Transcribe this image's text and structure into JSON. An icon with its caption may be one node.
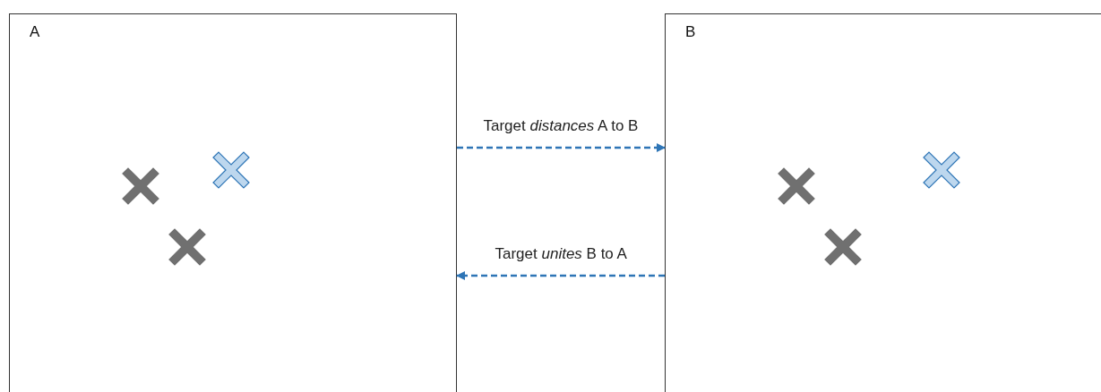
{
  "diagram": {
    "nodes": [
      {
        "text": [
          "A"
        ]
      },
      {
        "text": [
          "B"
        ]
      }
    ],
    "edges": [
      {
        "from": 0,
        "to": 1,
        "arrow": "to",
        "label": "Target *distances* A to B",
        "style": "dashed",
        "color": "#2e75b6"
      },
      {
        "from": 1,
        "to": 0,
        "arrow": "to",
        "label": "Target *unites* B to A",
        "style": "dashed",
        "color": "#2e75b6"
      }
    ]
  }
}
